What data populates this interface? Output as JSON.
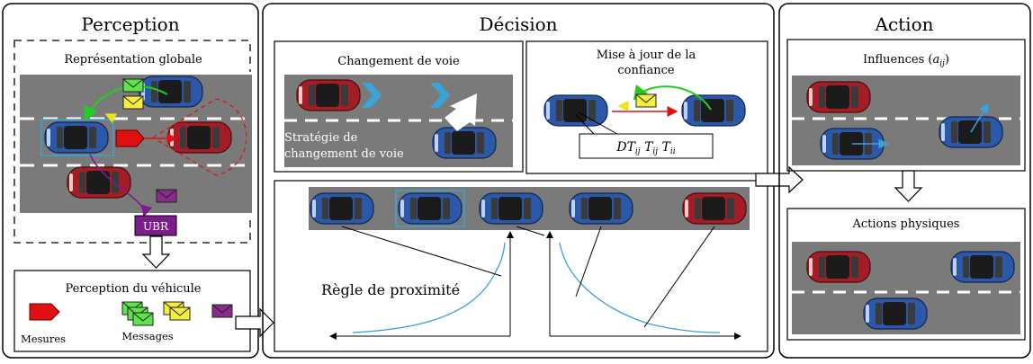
{
  "perception": {
    "title": "Perception",
    "global_rep_label": "Représentation globale",
    "ubr_label": "UBR",
    "vehicle_perception_label": "Perception du véhicule",
    "measures_label": "Mesures",
    "messages_label": "Messages"
  },
  "decision": {
    "title": "Décision",
    "lane_change_label": "Changement de voie",
    "lane_change_strategy_line1": "Stratégie de",
    "lane_change_strategy_line2": "changement de voie",
    "trust_update_line1": "Mise à jour de la",
    "trust_update_line2": "confiance",
    "trust_box_text": "DTij Tij Tii",
    "proximity_rule_label": "Règle de proximité"
  },
  "action": {
    "title": "Action",
    "influences_label": "Influences (aij)",
    "physical_actions_label": "Actions physiques"
  },
  "colors": {
    "road": "#7a7a7a",
    "car_blue": "#2b58a8",
    "car_red": "#a31d26",
    "highlight": "#3aa3d8",
    "arrow_green": "#22cc22",
    "arrow_red": "#e01010",
    "arrow_purple": "#7a1e8a",
    "msg_yellow": "#f6ee3a",
    "msg_green": "#5ee34a",
    "msg_purple": "#8a2a8e",
    "measure_red": "#e01010",
    "curve": "#3aa3d8"
  }
}
